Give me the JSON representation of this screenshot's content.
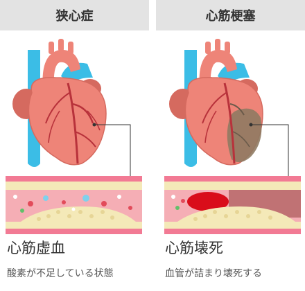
{
  "panels": [
    {
      "header": "狭心症",
      "title": "心筋虚血",
      "description": "酸素が不足している状態"
    },
    {
      "header": "心筋梗塞",
      "title": "心筋壊死",
      "description": "血管が詰まり壊死する"
    }
  ],
  "colors": {
    "header_bg": "#e3e3e3",
    "heart": "#ee8478",
    "heart_dark": "#d56a5f",
    "vein_blue": "#3bbde6",
    "coronary": "#b8323b",
    "vessel_pink": "#f27a94",
    "vessel_inner": "#f5aeb5",
    "plaque": "#f4e9b8",
    "necrosis": "#8f7a62",
    "clot": "#d90d1a"
  }
}
